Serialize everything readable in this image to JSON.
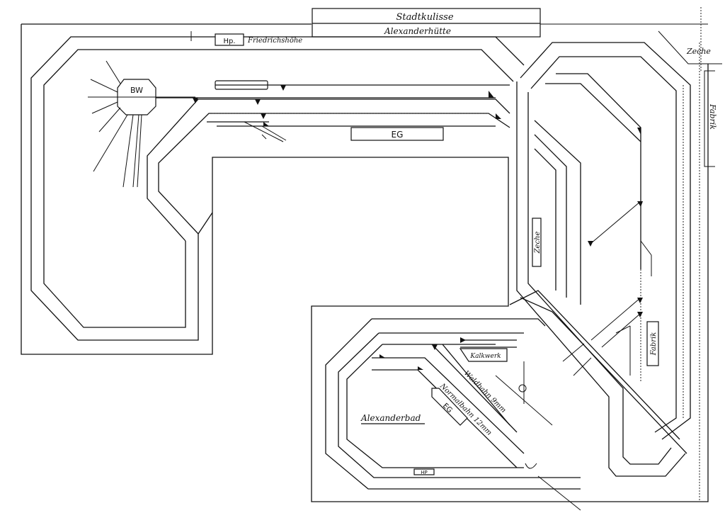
{
  "plan": {
    "title": "Track plan",
    "labels": {
      "backdrop_top": "Stadtkulisse",
      "backdrop_bottom": "Alexanderhütte",
      "halt": "Hp.",
      "halt_name": "Friedrichshöhe",
      "depot": "BW",
      "station_building_upper": "EG",
      "station_building_lower": "EG",
      "mine_top_right": "Zeche",
      "mine_middle": "Zeche",
      "factory_right": "Fabrik",
      "factory_lower": "Fabrik",
      "lime_works": "Kalkwerk",
      "forest_railway": "Waldbahn 9mm",
      "narrow_gauge": "Normalbahn 12mm",
      "town": "Alexanderbad",
      "halt_lower": "HP"
    }
  }
}
